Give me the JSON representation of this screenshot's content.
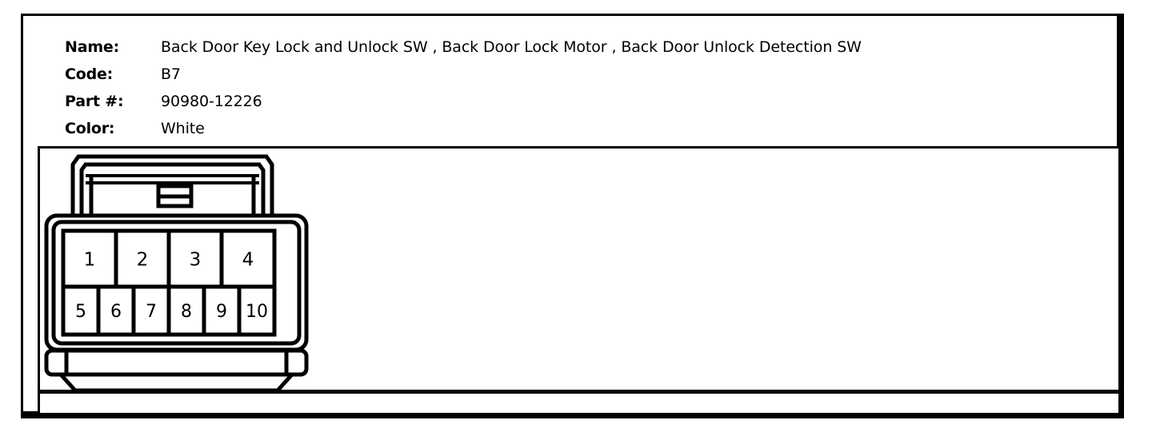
{
  "info": {
    "rows": [
      {
        "label": "Name:",
        "value": "Back Door Key Lock and Unlock SW , Back Door Lock Motor , Back Door Unlock Detection SW"
      },
      {
        "label": "Code:",
        "value": "B7"
      },
      {
        "label": "Part #:",
        "value": "90980-12226"
      },
      {
        "label": "Color:",
        "value": "White"
      }
    ]
  },
  "connector": {
    "type": "10-pin rectangular automotive connector",
    "rows": [
      {
        "name": "top-row",
        "pins": [
          "1",
          "2",
          "3",
          "4"
        ]
      },
      {
        "name": "bottom-row",
        "pins": [
          "5",
          "6",
          "7",
          "8",
          "9",
          "10"
        ]
      }
    ]
  },
  "colors": {
    "line": "#000000",
    "background": "#ffffff",
    "text": "#000000"
  }
}
